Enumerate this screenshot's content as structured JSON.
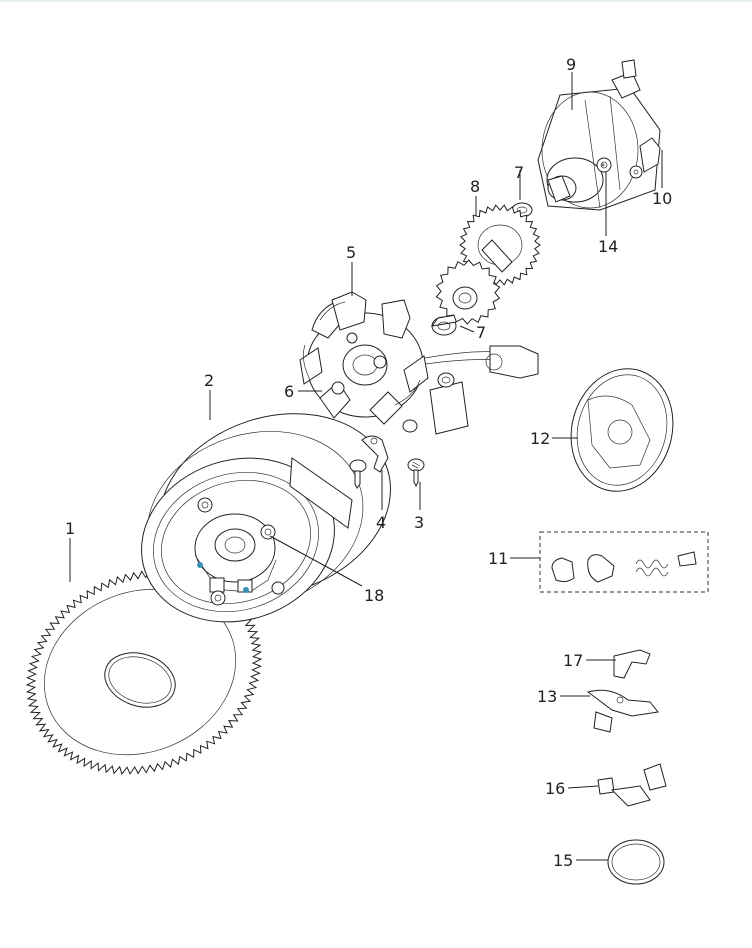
{
  "diagram": {
    "callouts": [
      {
        "id": "1",
        "text": "1"
      },
      {
        "id": "2",
        "text": "2"
      },
      {
        "id": "3",
        "text": "3"
      },
      {
        "id": "4",
        "text": "4"
      },
      {
        "id": "5",
        "text": "5"
      },
      {
        "id": "6",
        "text": "6"
      },
      {
        "id": "7a",
        "text": "7"
      },
      {
        "id": "7b",
        "text": "7"
      },
      {
        "id": "8",
        "text": "8"
      },
      {
        "id": "9",
        "text": "9"
      },
      {
        "id": "10",
        "text": "10"
      },
      {
        "id": "11",
        "text": "11"
      },
      {
        "id": "12",
        "text": "12"
      },
      {
        "id": "13",
        "text": "13"
      },
      {
        "id": "14",
        "text": "14"
      },
      {
        "id": "15",
        "text": "15"
      },
      {
        "id": "16",
        "text": "16"
      },
      {
        "id": "17",
        "text": "17"
      },
      {
        "id": "18",
        "text": "18"
      }
    ],
    "colors": {
      "line": "#222222",
      "accent": "#3a8fb7",
      "background": "#ffffff"
    }
  }
}
